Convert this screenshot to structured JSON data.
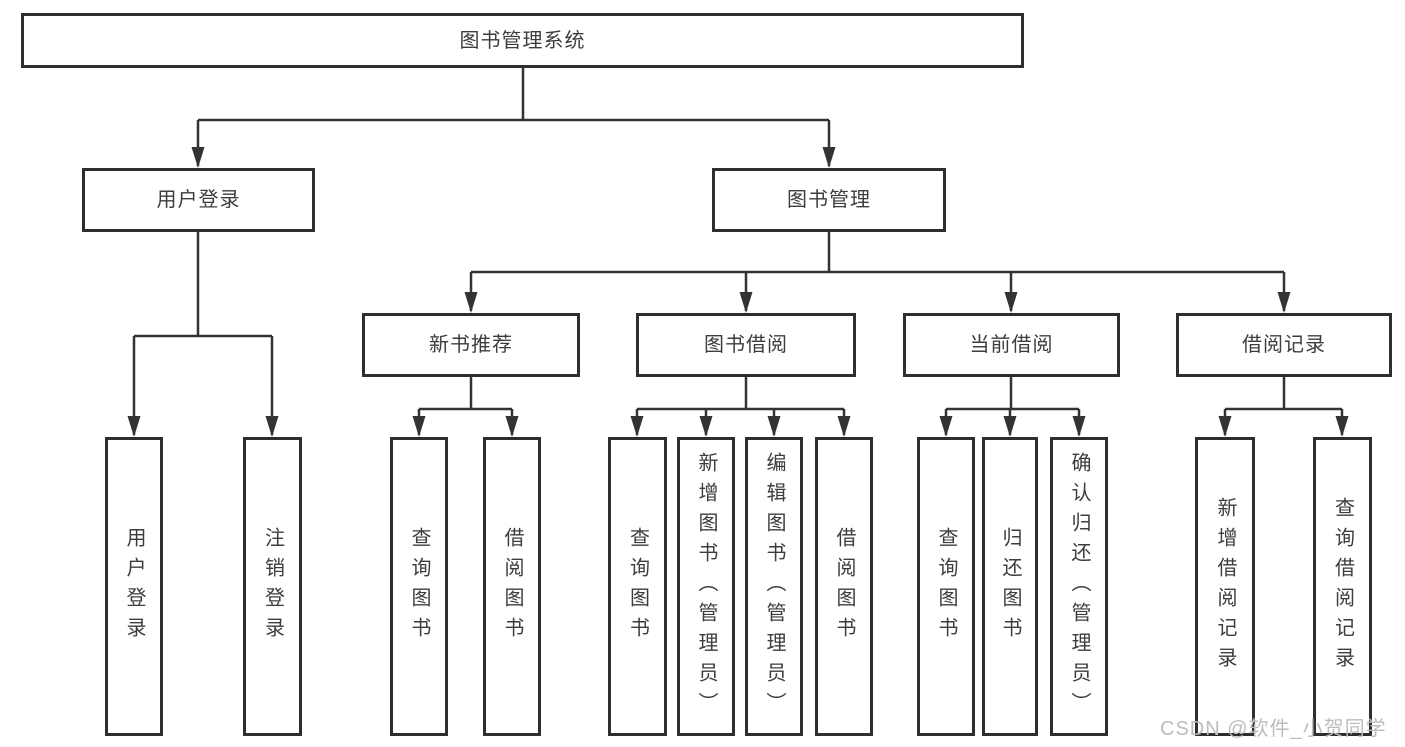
{
  "diagram": {
    "root": {
      "label": "图书管理系统"
    },
    "branches": [
      {
        "label": "用户登录",
        "children": [
          {
            "label": "用户登录"
          },
          {
            "label": "注销登录"
          }
        ]
      },
      {
        "label": "图书管理",
        "children": [
          {
            "label": "新书推荐",
            "children": [
              {
                "label": "查询图书"
              },
              {
                "label": "借阅图书"
              }
            ]
          },
          {
            "label": "图书借阅",
            "children": [
              {
                "label": "查询图书"
              },
              {
                "label": "新增图书（管理员）"
              },
              {
                "label": "编辑图书（管理员）"
              },
              {
                "label": "借阅图书"
              }
            ]
          },
          {
            "label": "当前借阅",
            "children": [
              {
                "label": "查询图书"
              },
              {
                "label": "归还图书"
              },
              {
                "label": "确认归还（管理员）"
              }
            ]
          },
          {
            "label": "借阅记录",
            "children": [
              {
                "label": "新增借阅记录"
              },
              {
                "label": "查询借阅记录"
              }
            ]
          }
        ]
      }
    ]
  },
  "watermark": {
    "text": "CSDN @软件_小贺同学"
  },
  "colors": {
    "line": "#333333",
    "box_border": "#2e2e2e",
    "box_text": "#3d3d3d",
    "watermark_text": "#bcbcbc",
    "background": "#ffffff"
  }
}
